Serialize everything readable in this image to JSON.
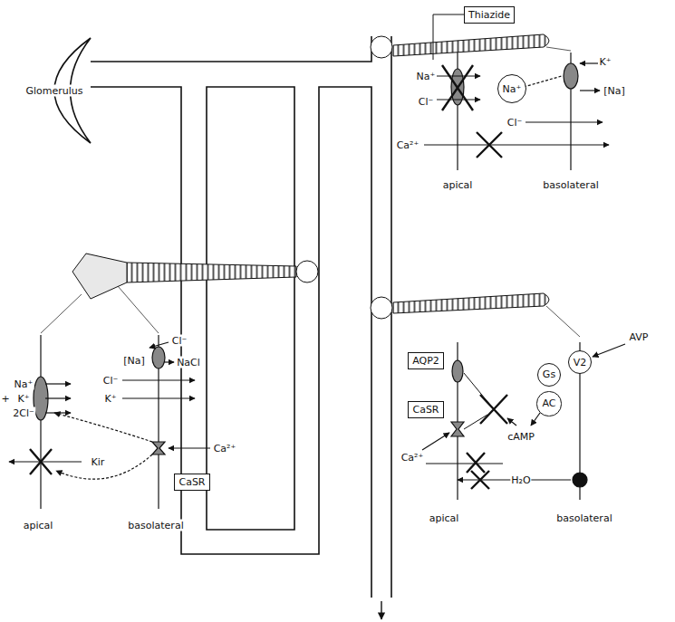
{
  "diagram": {
    "nodes": [
      {
        "text": [
          "Thiazide"
        ]
      },
      {
        "text": [
          "Na⁺"
        ]
      },
      {
        "text": [
          "AQP2"
        ]
      },
      {
        "text": [
          "CaSR"
        ]
      },
      {
        "text": [
          "V2"
        ]
      },
      {
        "text": [
          "Gs"
        ]
      },
      {
        "text": [
          "AC"
        ]
      },
      {
        "text": [
          "CaSR"
        ]
      }
    ],
    "labels": [
      "Glomerulus",
      "Na⁺",
      "Cl⁻",
      "K⁺",
      "[Na]",
      "Cl⁻",
      "Ca²⁺",
      "apical",
      "basolateral",
      "AVP",
      "cAMP",
      "Ca²⁺",
      "H₂O",
      "apical",
      "basolateral",
      "+",
      "Na⁺",
      "K⁺",
      "2Cl⁻",
      "Cl⁻",
      "[Na]",
      "NaCl",
      "Cl⁻",
      "K⁺",
      "Kir",
      "Ca²⁺",
      "apical",
      "basolateral"
    ]
  }
}
